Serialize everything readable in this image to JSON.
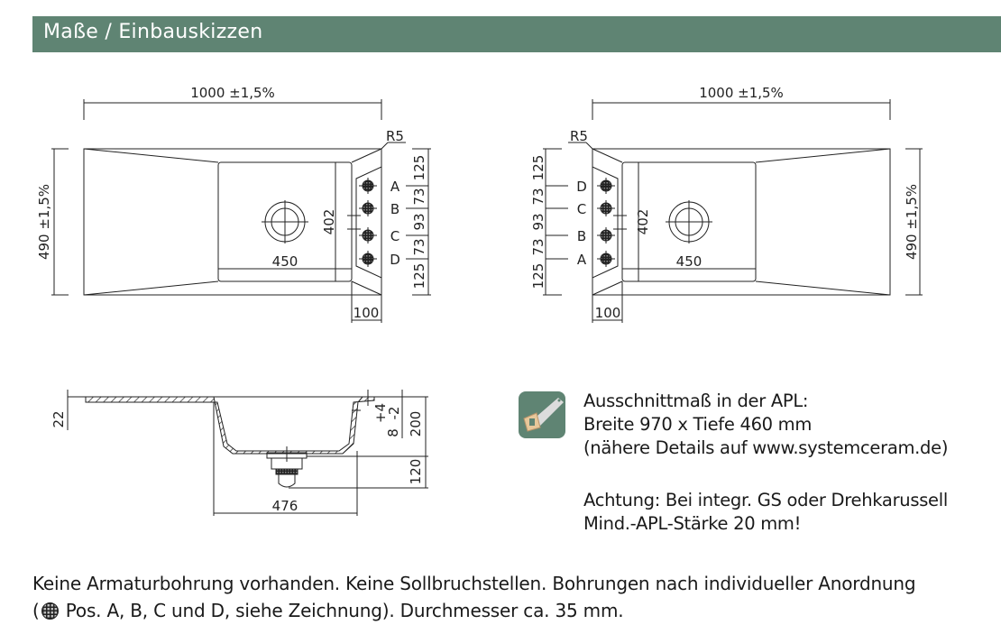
{
  "header": {
    "title": "Maße / Einbauskizzen"
  },
  "top_view_left": {
    "width_dim": "1000 ±1,5%",
    "depth_dim": "490 ±1,5%",
    "radius": "R5",
    "basin_depth": "402",
    "basin_width": "450",
    "ledge_width": "100",
    "hole_labels": [
      "A",
      "B",
      "C",
      "D"
    ],
    "hole_spacing": [
      "125",
      "73",
      "93",
      "73",
      "125"
    ]
  },
  "top_view_right": {
    "width_dim": "1000 ±1,5%",
    "depth_dim": "490 ±1,5%",
    "radius": "R5",
    "basin_depth": "402",
    "basin_width": "450",
    "ledge_width": "100",
    "hole_labels": [
      "D",
      "C",
      "B",
      "A"
    ],
    "hole_spacing": [
      "125",
      "73",
      "93",
      "73",
      "125"
    ]
  },
  "section_view": {
    "thickness": "22",
    "basin_width": "476",
    "basin_height": "200",
    "drain_height": "120",
    "rim_offset": "8",
    "rim_tol_plus": "+4",
    "rim_tol_minus": "-2"
  },
  "info": {
    "icon": "saw-icon",
    "line1": "Ausschnittmaß in der APL:",
    "line2": "Breite 970 x Tiefe 460 mm",
    "line3": "(nähere Details auf www.systemceram.de)",
    "line4": "Achtung: Bei integr. GS oder Drehkarussell",
    "line5": "Mind.-APL-Stärke 20 mm!"
  },
  "note": {
    "line1": "Keine Armaturbohrung vorhanden. Keine Sollbruchstellen. Bohrungen nach individueller Anordnung",
    "line2_open": "(",
    "line2_rest": " Pos. A, B, C und D, siehe Zeichnung). Durchmesser ca. 35 mm."
  },
  "colors": {
    "brand": "#5f8473"
  }
}
